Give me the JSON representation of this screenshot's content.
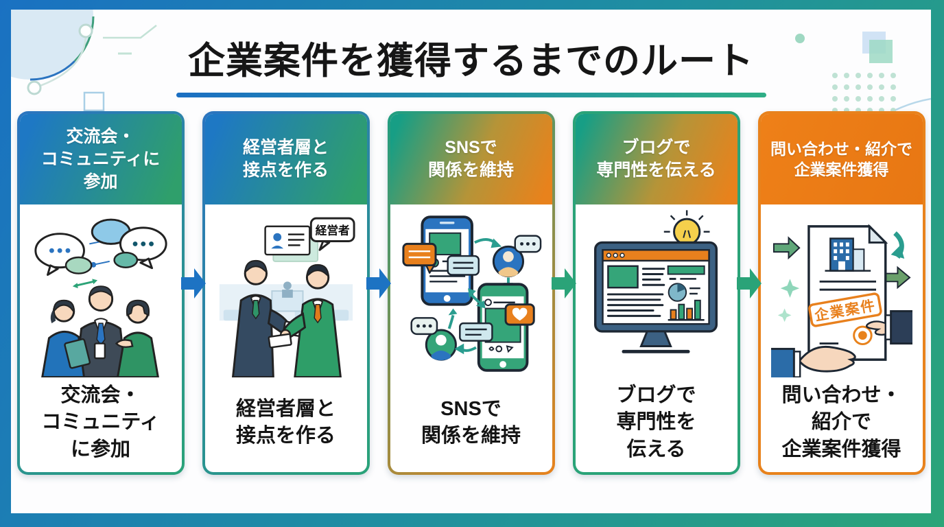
{
  "title": "企業案件を獲得するまでのルート",
  "colors": {
    "blue": "#1d73c3",
    "green": "#2aa378",
    "teal": "#1f9e82",
    "orange": "#ee7d18",
    "frame_gradient_start": "#1a71c2",
    "frame_gradient_end": "#2ba578",
    "underline_gradient_start": "#1b6fc3",
    "underline_gradient_end": "#2fae86"
  },
  "steps": [
    {
      "header_lines": [
        "交流会・",
        "コミュニティに",
        "参加"
      ],
      "caption_lines": [
        "交流会・",
        "コミュニティ",
        "に参加"
      ],
      "illustration": "networking-people"
    },
    {
      "header_lines": [
        "経営者層と",
        "接点を作る"
      ],
      "caption_lines": [
        "経営者層と",
        "接点を作る"
      ],
      "illustration": "business-card-exchange",
      "badge_label": "経営者"
    },
    {
      "header_lines": [
        "SNSで",
        "関係を維持"
      ],
      "caption_lines": [
        "SNSで",
        "関係を維持"
      ],
      "illustration": "sns-phones"
    },
    {
      "header_lines": [
        "ブログで",
        "専門性を伝える"
      ],
      "caption_lines": [
        "ブログで",
        "専門性を",
        "伝える"
      ],
      "illustration": "blog-monitor"
    },
    {
      "header_lines": [
        "問い合わせ・紹介で",
        "企業案件獲得"
      ],
      "caption_lines": [
        "問い合わせ・",
        "紹介で",
        "企業案件獲得"
      ],
      "illustration": "contract-handshake",
      "stamp_label": "企業案件"
    }
  ],
  "arrows": [
    {
      "color": "#1d73c3"
    },
    {
      "color": "#1d73c3"
    },
    {
      "color": "#2aa378"
    },
    {
      "color": "#2aa378"
    }
  ]
}
